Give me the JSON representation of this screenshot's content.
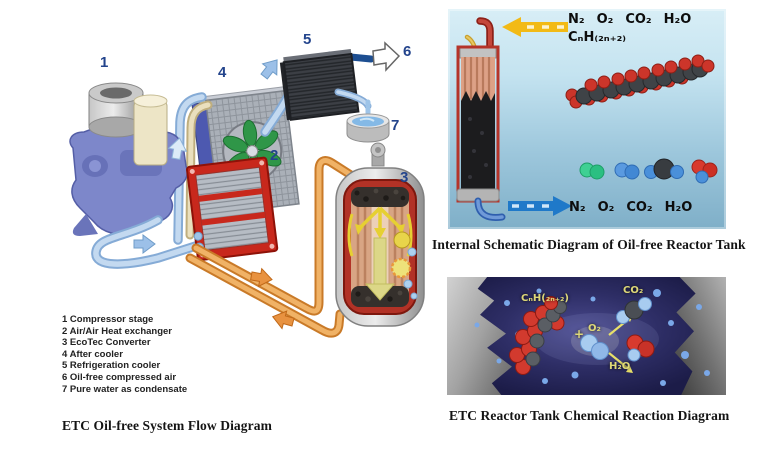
{
  "flow_panel": {
    "caption": "ETC Oil-free System Flow Diagram",
    "markers": [
      "1",
      "2",
      "3",
      "4",
      "5",
      "6",
      "7"
    ],
    "legend": [
      "1 Compressor stage",
      "2 Air/Air Heat exchanger",
      "3 EcoTec Converter",
      "4 After cooler",
      "5 Refrigeration cooler",
      "6 Oil-free compressed air",
      "7 Pure water as condensate"
    ]
  },
  "reactor_panel": {
    "caption": "Internal Schematic Diagram of Oil-free Reactor Tank",
    "inlet_labels": [
      "N₂",
      "O₂",
      "CO₂",
      "H₂O"
    ],
    "hydrocarbon_formula": "CₙH₍₂ₙ₊₂₎",
    "outlet_labels": [
      "N₂",
      "O₂",
      "CO₂",
      "H₂O"
    ]
  },
  "reaction_panel": {
    "caption": "ETC Reactor Tank Chemical Reaction Diagram",
    "reactant_formula": "CₙH(₂ₙ₊₂)",
    "plus_sign": "+",
    "oxygen_label": "O₂",
    "co2_label": "CO₂",
    "water_label": "H₂O"
  },
  "colors": {
    "cold_pipe": "#aecbea",
    "hot_pipe": "#f0b266",
    "outlet_pipe": "#1d4e91",
    "heat_exchanger_red": "#c8281c",
    "inlet_arrow_yellow": "#f2ba16",
    "outlet_arrow_blue": "#1f79c9",
    "marker_navy": "#23448c"
  }
}
